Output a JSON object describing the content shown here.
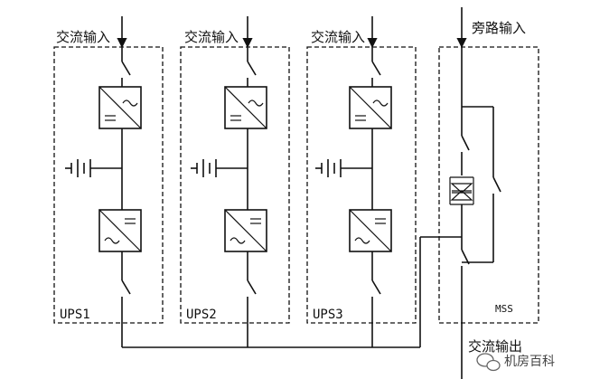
{
  "labels": {
    "ac_input": "交流输入",
    "bypass_input": "旁路输入",
    "ac_output": "交流输出",
    "mss": "MSS",
    "watermark": "机房百科"
  },
  "units": [
    {
      "label": "UPS1"
    },
    {
      "label": "UPS2"
    },
    {
      "label": "UPS3"
    }
  ]
}
